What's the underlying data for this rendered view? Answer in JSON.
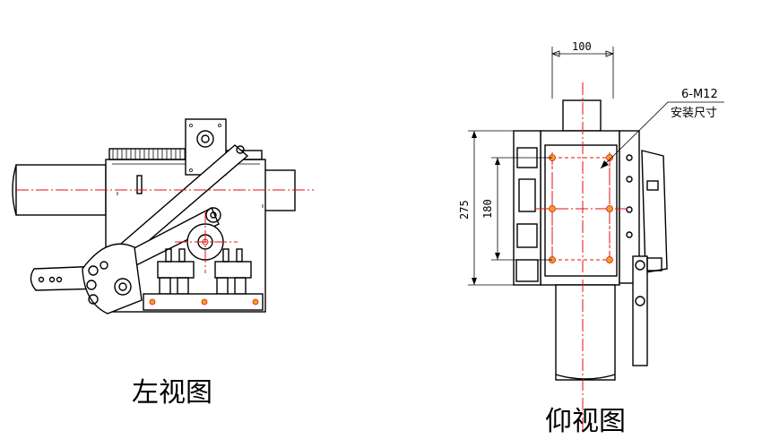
{
  "captions": {
    "left_view": "左视图",
    "bottom_view": "仰视图"
  },
  "dimensions": {
    "width_top": "100",
    "height_outer": "275",
    "height_inner": "180"
  },
  "annotations": {
    "bolt_spec": "6-M12",
    "install_size": "安装尺寸"
  },
  "colors": {
    "line": "#000000",
    "centerline": "#e01010",
    "hole_fill": "#f0a020"
  }
}
